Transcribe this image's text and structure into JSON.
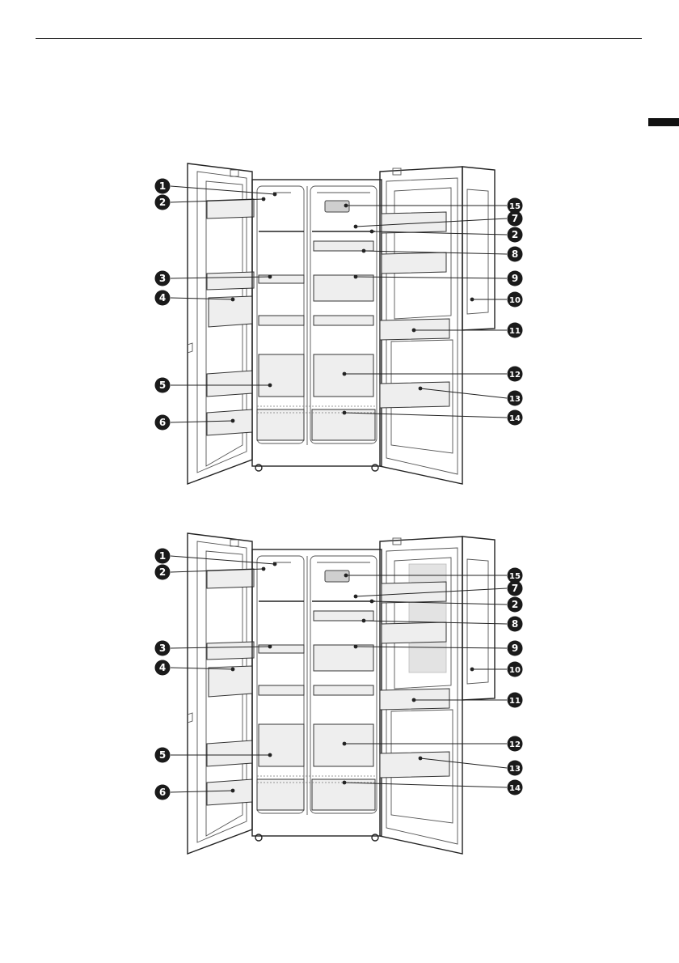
{
  "header": {
    "rule": true
  },
  "side_tab": {
    "color": "#111111"
  },
  "callout_style": {
    "fill": "#1a1a1a",
    "text": "#ffffff"
  },
  "figures": [
    {
      "callouts_left": [
        {
          "label": "1"
        },
        {
          "label": "2"
        },
        {
          "label": "3"
        },
        {
          "label": "4"
        },
        {
          "label": "5"
        },
        {
          "label": "6"
        }
      ],
      "callouts_right": [
        {
          "label": "15"
        },
        {
          "label": "7"
        },
        {
          "label": "2"
        },
        {
          "label": "8"
        },
        {
          "label": "9"
        },
        {
          "label": "10"
        },
        {
          "label": "11"
        },
        {
          "label": "12"
        },
        {
          "label": "13"
        },
        {
          "label": "14"
        }
      ]
    },
    {
      "callouts_left": [
        {
          "label": "1"
        },
        {
          "label": "2"
        },
        {
          "label": "3"
        },
        {
          "label": "4"
        },
        {
          "label": "5"
        },
        {
          "label": "6"
        }
      ],
      "callouts_right": [
        {
          "label": "15"
        },
        {
          "label": "7"
        },
        {
          "label": "2"
        },
        {
          "label": "8"
        },
        {
          "label": "9"
        },
        {
          "label": "10"
        },
        {
          "label": "11"
        },
        {
          "label": "12"
        },
        {
          "label": "13"
        },
        {
          "label": "14"
        }
      ]
    }
  ]
}
